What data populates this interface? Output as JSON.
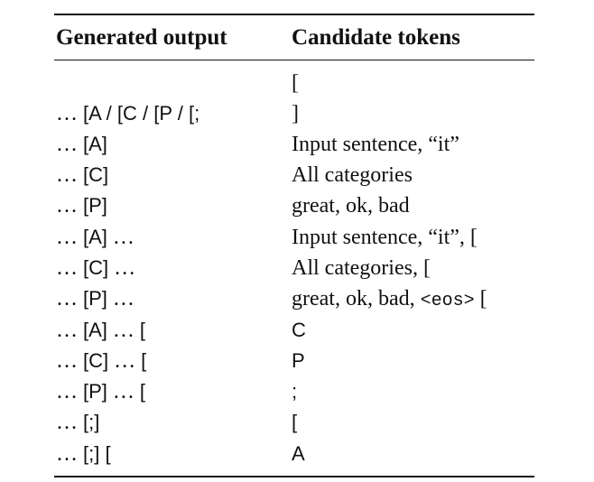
{
  "table": {
    "headers": [
      "Generated output",
      "Candidate tokens"
    ],
    "rows": [
      {
        "output": [],
        "candidates": [
          {
            "t": "[",
            "f": "serif"
          }
        ]
      },
      {
        "output": [
          {
            "t": "… ",
            "f": "serif"
          },
          {
            "t": "[A / [C / [P / [;",
            "f": "sans"
          }
        ],
        "candidates": [
          {
            "t": "]",
            "f": "serif"
          }
        ]
      },
      {
        "output": [
          {
            "t": "… ",
            "f": "serif"
          },
          {
            "t": "[A]",
            "f": "sans"
          }
        ],
        "candidates": [
          {
            "t": "Input sentence, “it”",
            "f": "serif"
          }
        ]
      },
      {
        "output": [
          {
            "t": "… ",
            "f": "serif"
          },
          {
            "t": "[C]",
            "f": "sans"
          }
        ],
        "candidates": [
          {
            "t": "All categories",
            "f": "serif"
          }
        ]
      },
      {
        "output": [
          {
            "t": "… ",
            "f": "serif"
          },
          {
            "t": "[P]",
            "f": "sans"
          }
        ],
        "candidates": [
          {
            "t": "great, ok, bad",
            "f": "serif"
          }
        ]
      },
      {
        "output": [
          {
            "t": "… ",
            "f": "serif"
          },
          {
            "t": "[A]",
            "f": "sans"
          },
          {
            "t": " …",
            "f": "serif"
          }
        ],
        "candidates": [
          {
            "t": "Input sentence, “it”, [",
            "f": "serif"
          }
        ]
      },
      {
        "output": [
          {
            "t": "… ",
            "f": "serif"
          },
          {
            "t": "[C]",
            "f": "sans"
          },
          {
            "t": " …",
            "f": "serif"
          }
        ],
        "candidates": [
          {
            "t": "All categories, [",
            "f": "serif"
          }
        ]
      },
      {
        "output": [
          {
            "t": "… ",
            "f": "serif"
          },
          {
            "t": "[P]",
            "f": "sans"
          },
          {
            "t": " …",
            "f": "serif"
          }
        ],
        "candidates": [
          {
            "t": "great, ok, bad, ",
            "f": "serif"
          },
          {
            "t": "<eos>",
            "f": "mono"
          },
          {
            "t": " [",
            "f": "serif"
          }
        ]
      },
      {
        "output": [
          {
            "t": "… ",
            "f": "serif"
          },
          {
            "t": "[A]",
            "f": "sans"
          },
          {
            "t": " … ",
            "f": "serif"
          },
          {
            "t": "[",
            "f": "sans"
          }
        ],
        "candidates": [
          {
            "t": "C",
            "f": "sans"
          }
        ]
      },
      {
        "output": [
          {
            "t": "… ",
            "f": "serif"
          },
          {
            "t": "[C]",
            "f": "sans"
          },
          {
            "t": " … ",
            "f": "serif"
          },
          {
            "t": "[",
            "f": "sans"
          }
        ],
        "candidates": [
          {
            "t": "P",
            "f": "sans"
          }
        ]
      },
      {
        "output": [
          {
            "t": "… ",
            "f": "serif"
          },
          {
            "t": "[P]",
            "f": "sans"
          },
          {
            "t": " … ",
            "f": "serif"
          },
          {
            "t": "[",
            "f": "sans"
          }
        ],
        "candidates": [
          {
            "t": ";",
            "f": "sans"
          }
        ]
      },
      {
        "output": [
          {
            "t": "… ",
            "f": "serif"
          },
          {
            "t": "[;]",
            "f": "sans"
          }
        ],
        "candidates": [
          {
            "t": "[",
            "f": "sans"
          }
        ]
      },
      {
        "output": [
          {
            "t": "… ",
            "f": "serif"
          },
          {
            "t": "[;] [",
            "f": "sans"
          }
        ],
        "candidates": [
          {
            "t": "A",
            "f": "sans"
          }
        ]
      }
    ]
  }
}
